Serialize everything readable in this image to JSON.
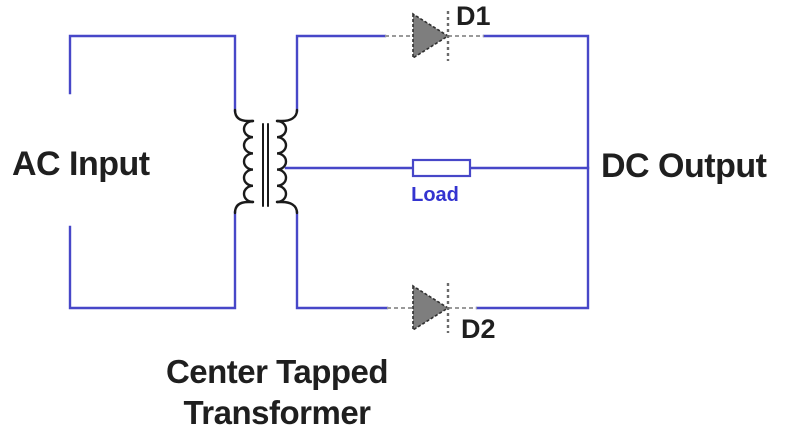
{
  "figure": {
    "type": "center-tapped full-wave rectifier circuit diagram",
    "ac_input_label": "AC Input",
    "dc_output_label": "DC Output",
    "load_label": "Load",
    "diode1_label": "D1",
    "diode2_label": "D2",
    "caption_line1": "Center Tapped",
    "caption_line2": "Transformer"
  },
  "colors": {
    "wire_blue": "#4747c8",
    "component_black": "#1a1a1a",
    "diode_gray_fill": "#7e7e7e",
    "diode_outline": "#2f2f2f",
    "dashed_wire_gray": "#9a9a9a",
    "load_text_blue": "#3434d0",
    "label_text": "#1f1f1f",
    "background": "#ffffff"
  }
}
